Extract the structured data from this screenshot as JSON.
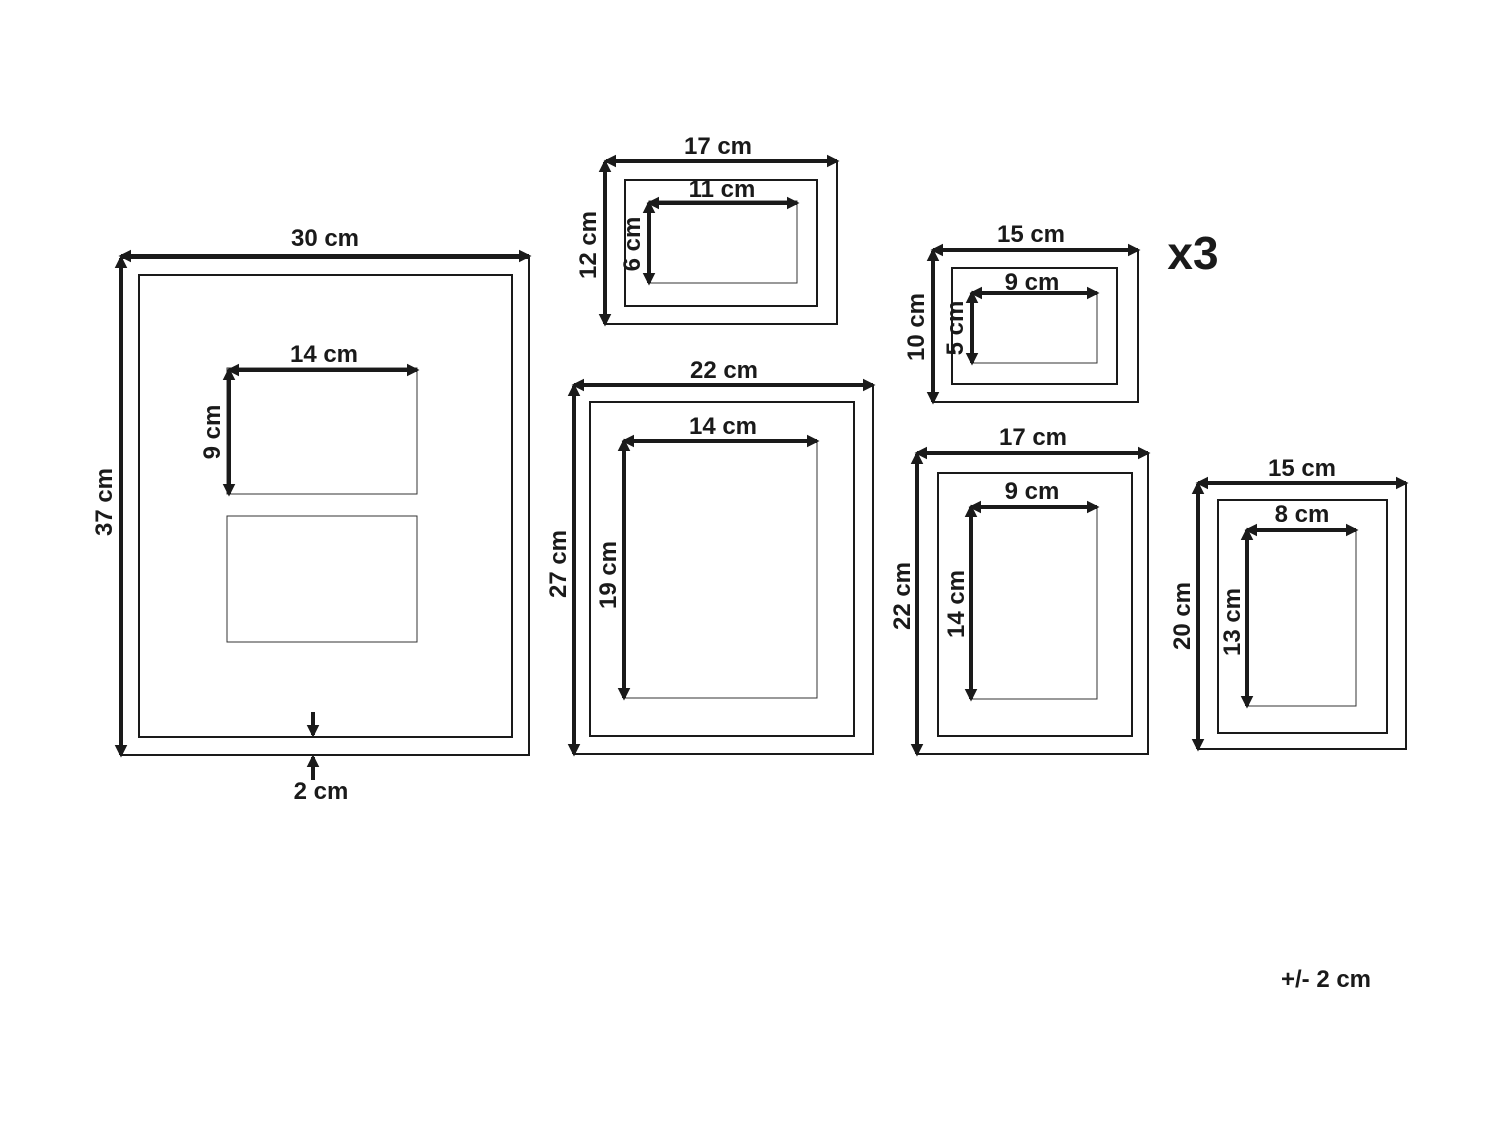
{
  "frames": {
    "f30x37": {
      "width": "30 cm",
      "height": "37 cm",
      "photo_width": "14 cm",
      "photo_height": "9 cm",
      "border": "2 cm"
    },
    "f17x12": {
      "width": "17 cm",
      "height": "12 cm",
      "photo_width": "11 cm",
      "photo_height": "6 cm"
    },
    "f15x10": {
      "width": "15 cm",
      "height": "10 cm",
      "photo_width": "9 cm",
      "photo_height": "5 cm",
      "quantity": "x3"
    },
    "f22x27": {
      "width": "22 cm",
      "height": "27 cm",
      "photo_width": "14 cm",
      "photo_height": "19 cm"
    },
    "f17x22": {
      "width": "17 cm",
      "height": "22 cm",
      "photo_width": "9 cm",
      "photo_height": "14 cm"
    },
    "f15x20": {
      "width": "15 cm",
      "height": "20 cm",
      "photo_width": "8 cm",
      "photo_height": "13 cm"
    }
  },
  "tolerance": "+/- 2 cm",
  "colors": {
    "line": "#1a1a1a",
    "background": "#ffffff"
  }
}
